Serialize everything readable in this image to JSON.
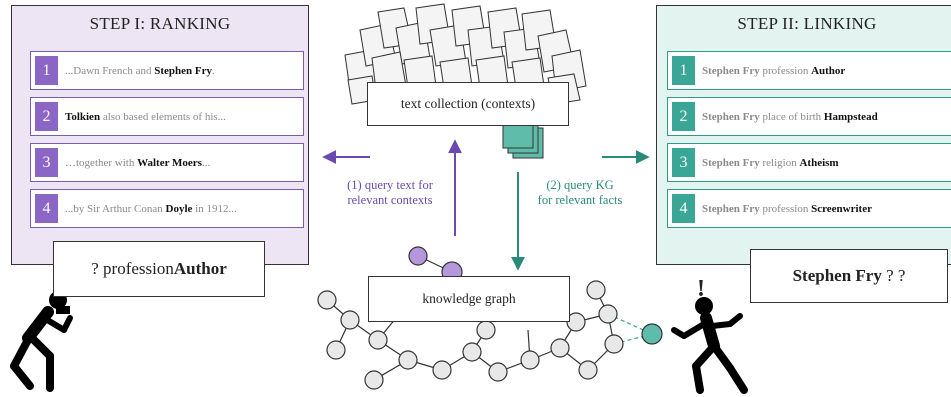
{
  "step1": {
    "title": "STEP I: RANKING",
    "items": [
      {
        "num": "1",
        "pre": "...Dawn French and ",
        "bold": "Stephen Fry",
        "post": "."
      },
      {
        "num": "2",
        "pre": "",
        "bold": "Tolkien",
        "post": " also based elements of his..."
      },
      {
        "num": "3",
        "pre": "…together with ",
        "bold": "Walter Moers",
        "post": "..."
      },
      {
        "num": "4",
        "pre": "...by Sir Arthur Conan ",
        "bold": "Doyle",
        "post": " in 1912..."
      }
    ],
    "query_pre": "? profession ",
    "query_bold": "Author"
  },
  "step2": {
    "title": "STEP II: LINKING",
    "items": [
      {
        "num": "1",
        "subject": "Stephen Fry",
        "relation": " profession ",
        "object": "Author"
      },
      {
        "num": "2",
        "subject": "Stephen Fry",
        "relation": " place of birth ",
        "object": "Hampstead"
      },
      {
        "num": "3",
        "subject": "Stephen Fry",
        "relation": " religion ",
        "object": "Atheism"
      },
      {
        "num": "4",
        "subject": "Stephen Fry",
        "relation": " profession ",
        "object": "Screenwriter"
      }
    ],
    "query_bold": "Stephen Fry",
    "query_post": " ? ?"
  },
  "center": {
    "text_collection": "text collection (contexts)",
    "knowledge_graph": "knowledge graph",
    "query_text_line1": "(1) query text for",
    "query_text_line2": "relevant contexts",
    "query_kg_line1": "(2) query KG",
    "query_kg_line2": "for relevant facts",
    "exclamation": "!"
  },
  "colors": {
    "purple": "#8c66c4",
    "purple_dark": "#6a4ab0",
    "teal": "#3aa696",
    "teal_dark": "#2a8a7a",
    "rank_bg": "#ede5f4",
    "link_bg": "#e3f3f0"
  },
  "icons": [
    "document-stack-icon",
    "person-searching-icon",
    "person-surprised-icon",
    "graph-node-icon"
  ]
}
